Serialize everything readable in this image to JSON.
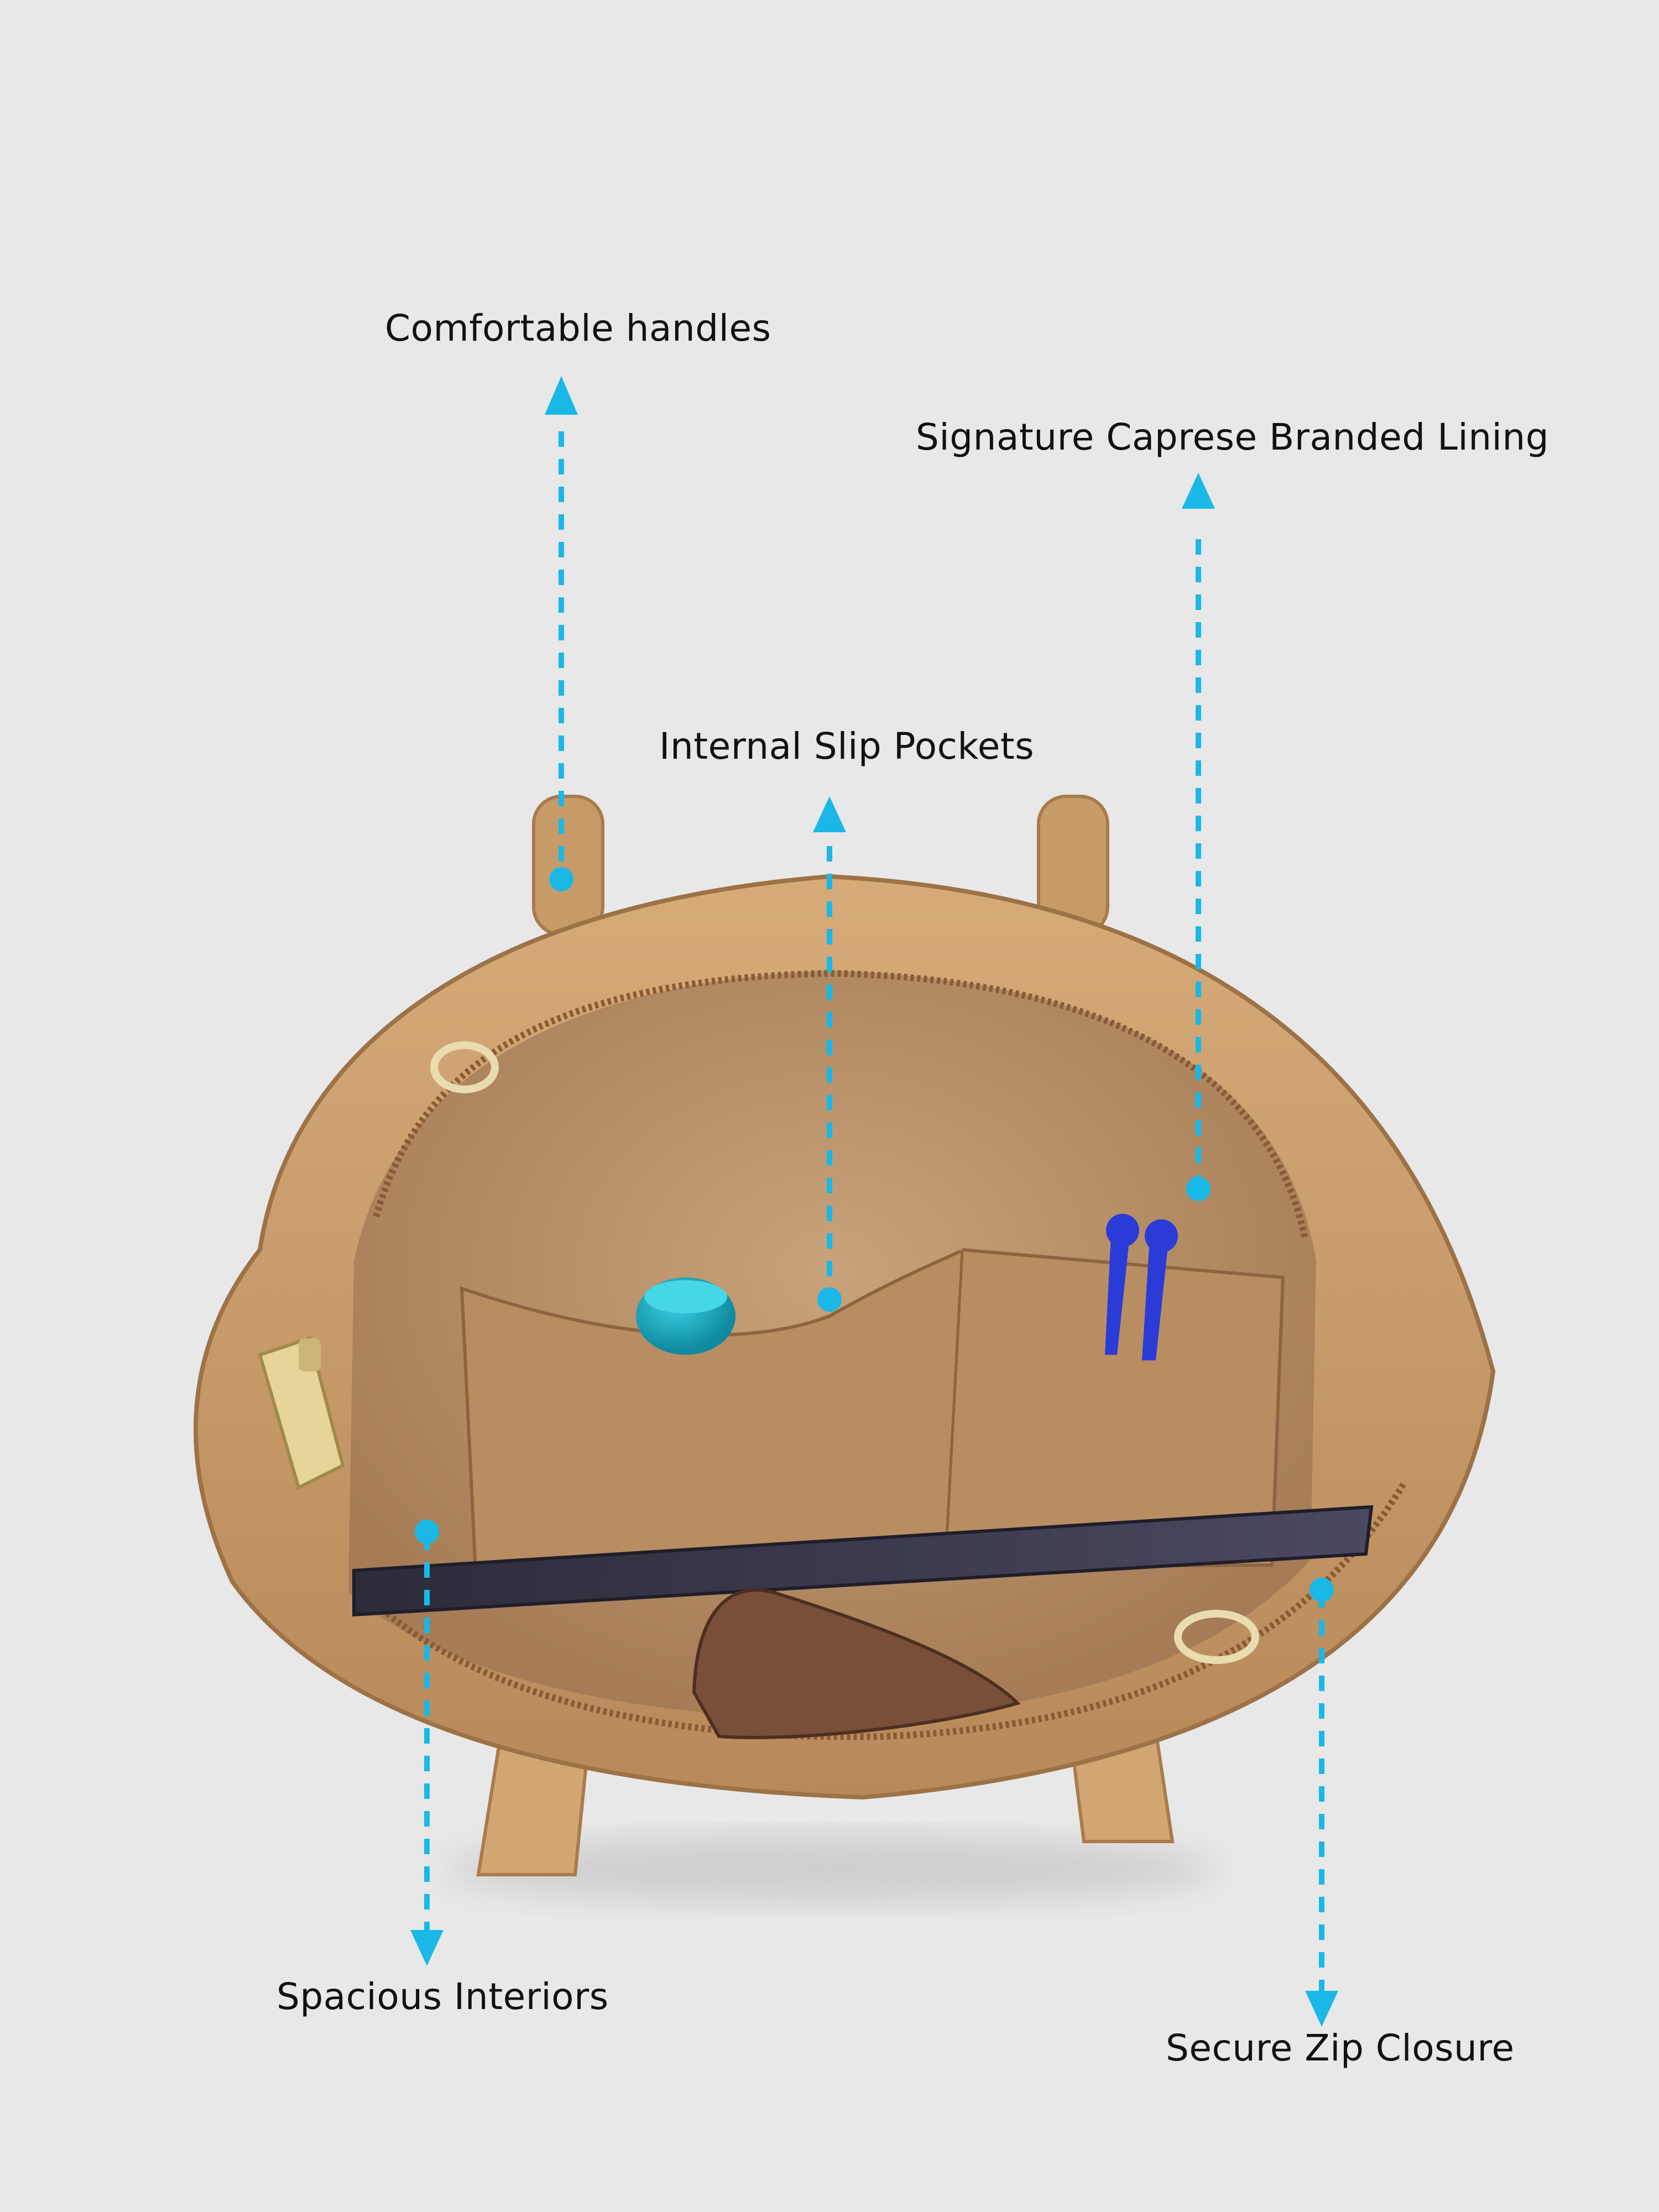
{
  "product_image": {
    "description_icon": "tote-bag-open-top-view",
    "colors": {
      "background": "#e8e8e8",
      "bag_leather": "#c99d6b",
      "lining": "#b58e66",
      "callout_line": "#1ab8e6"
    }
  },
  "callouts": [
    {
      "id": "handles",
      "label": "Comfortable handles",
      "direction": "up"
    },
    {
      "id": "lining",
      "label": "Signature Caprese Branded Lining",
      "direction": "up"
    },
    {
      "id": "pockets",
      "label": "Internal Slip Pockets",
      "direction": "up"
    },
    {
      "id": "interior",
      "label": "Spacious Interiors",
      "direction": "down"
    },
    {
      "id": "zip",
      "label": "Secure Zip Closure",
      "direction": "down"
    }
  ]
}
